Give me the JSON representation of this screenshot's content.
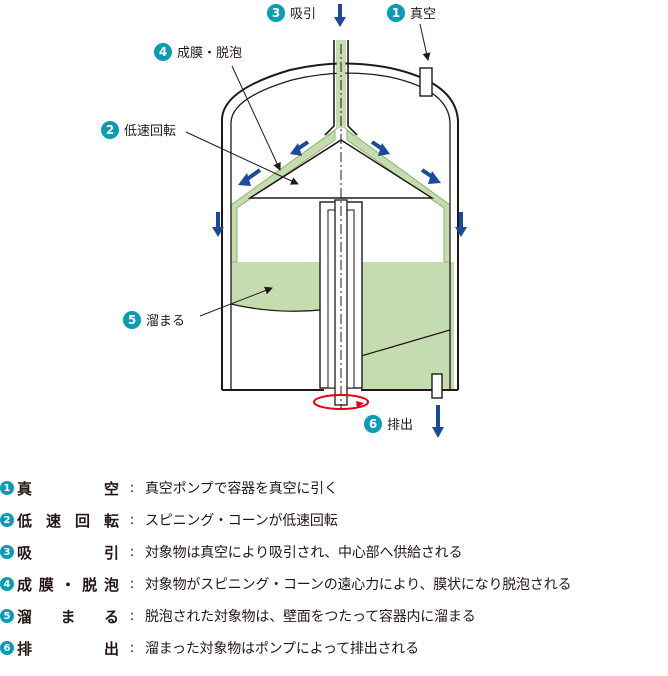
{
  "labels": {
    "vacuum": {
      "num": "1",
      "text": "真空"
    },
    "rotation": {
      "num": "2",
      "text": "低速回転"
    },
    "suction": {
      "num": "3",
      "text": "吸引"
    },
    "film": {
      "num": "4",
      "text": "成膜・脱泡"
    },
    "accumulate": {
      "num": "5",
      "text": "溜まる"
    },
    "discharge": {
      "num": "6",
      "text": "排出"
    }
  },
  "legend": [
    {
      "num": "1",
      "chars": [
        "真",
        "空"
      ],
      "desc": "真空ポンプで容器を真空に引く"
    },
    {
      "num": "2",
      "chars": [
        "低",
        "速",
        "回",
        "転"
      ],
      "desc": "スピニング・コーンが低速回転"
    },
    {
      "num": "3",
      "chars": [
        "吸",
        "引"
      ],
      "desc": "対象物は真空により吸引され、中心部へ供給される"
    },
    {
      "num": "4",
      "chars": [
        "成",
        "膜",
        "・",
        "脱",
        "泡"
      ],
      "desc": "対象物がスピニング・コーンの遠心力により、膜状になり脱泡される"
    },
    {
      "num": "5",
      "chars": [
        "溜",
        "ま",
        "る"
      ],
      "desc": "脱泡された対象物は、壁面をつたって容器内に溜まる"
    },
    {
      "num": "6",
      "chars": [
        "排",
        "出"
      ],
      "desc": "溜まった対象物はポンプによって排出される"
    }
  ],
  "colon": ":",
  "colors": {
    "accent": "#0a9bb5",
    "arrow": "#1b4a9c",
    "fluid": "#c5dcb1",
    "fluid_edge": "#8ab36d",
    "line": "#231815",
    "rotation": "#e60012"
  }
}
